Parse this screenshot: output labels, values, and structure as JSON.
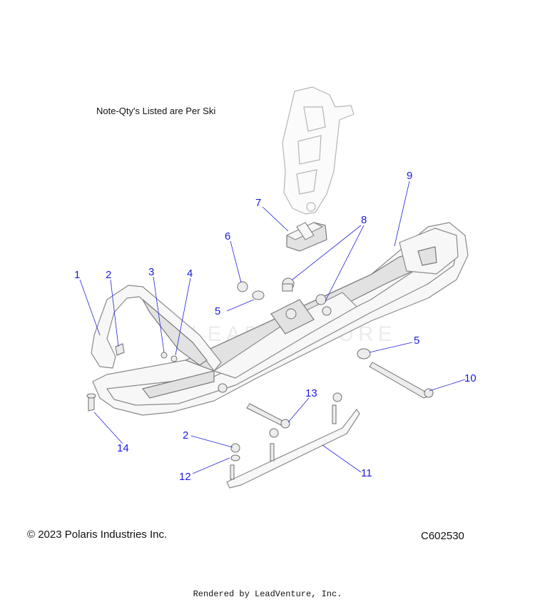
{
  "note": "Note-Qty's Listed are Per Ski",
  "callouts": [
    {
      "label": "1"
    },
    {
      "label": "2"
    },
    {
      "label": "3"
    },
    {
      "label": "4"
    },
    {
      "label": "5"
    },
    {
      "label": "5"
    },
    {
      "label": "6"
    },
    {
      "label": "7"
    },
    {
      "label": "8"
    },
    {
      "label": "9"
    },
    {
      "label": "10"
    },
    {
      "label": "11"
    },
    {
      "label": "12"
    },
    {
      "label": "13"
    },
    {
      "label": "14"
    },
    {
      "label": "2"
    }
  ],
  "copyright": "© 2023 Polaris Industries Inc.",
  "diagram_code": "C602530",
  "rendered_by": "Rendered by LeadVenture, Inc.",
  "watermark": "LEADVENTURE",
  "colors": {
    "callout": "#1a1adb",
    "leader": "#2424d8"
  }
}
